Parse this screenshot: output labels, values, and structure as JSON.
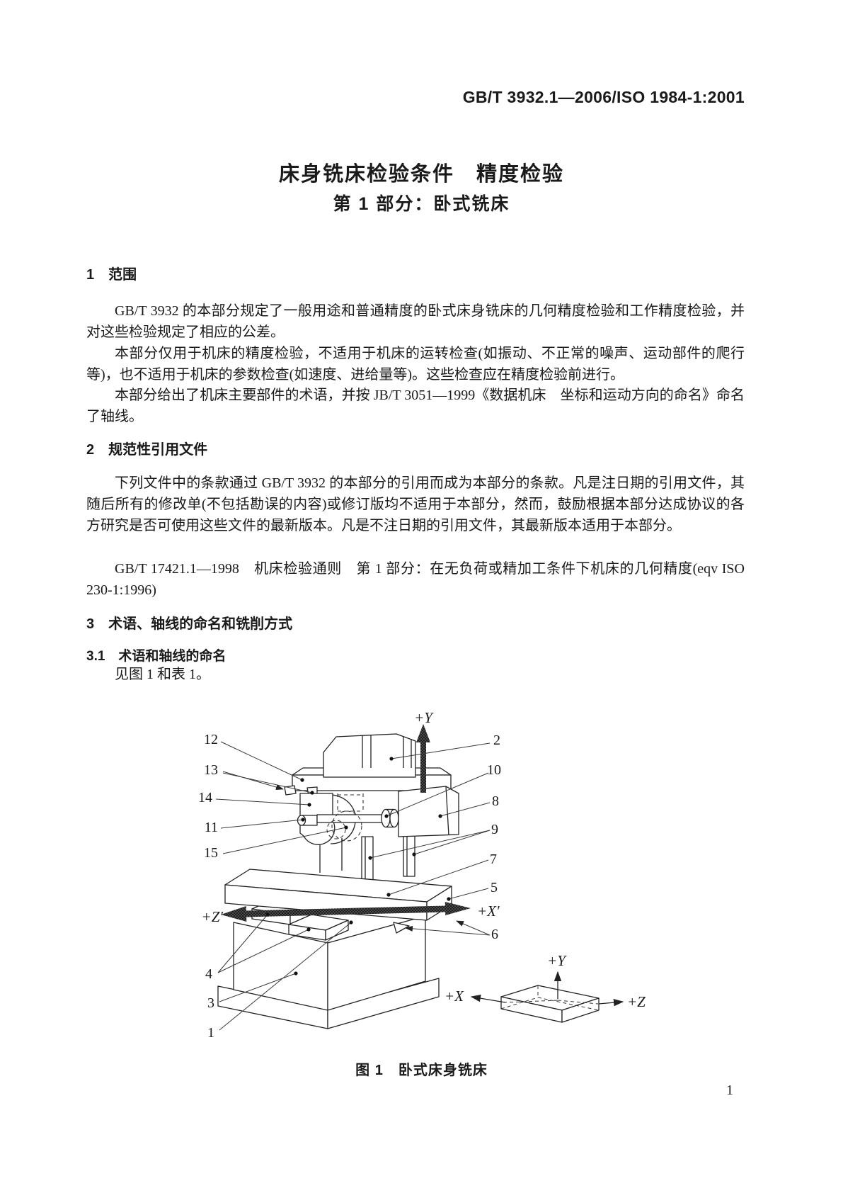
{
  "header": {
    "standard_code": "GB/T 3932.1—2006/ISO 1984-1:2001"
  },
  "title": {
    "line1": "床身铣床检验条件　精度检验",
    "line2": "第 1 部分：卧式铣床"
  },
  "section1": {
    "heading": "1　范围",
    "p1": "GB/T 3932 的本部分规定了一般用途和普通精度的卧式床身铣床的几何精度检验和工作精度检验，并对这些检验规定了相应的公差。",
    "p2": "本部分仅用于机床的精度检验，不适用于机床的运转检查(如振动、不正常的噪声、运动部件的爬行等)，也不适用于机床的参数检查(如速度、进给量等)。这些检查应在精度检验前进行。",
    "p3": "本部分给出了机床主要部件的术语，并按 JB/T 3051—1999《数据机床　坐标和运动方向的命名》命名了轴线。"
  },
  "section2": {
    "heading": "2　规范性引用文件",
    "p1": "下列文件中的条款通过 GB/T 3932 的本部分的引用而成为本部分的条款。凡是注日期的引用文件，其随后所有的修改单(不包括勘误的内容)或修订版均不适用于本部分，然而，鼓励根据本部分达成协议的各方研究是否可使用这些文件的最新版本。凡是不注日期的引用文件，其最新版本适用于本部分。",
    "p2": "GB/T 17421.1—1998　机床检验通则　第 1 部分：在无负荷或精加工条件下机床的几何精度(eqv ISO 230-1:1996)"
  },
  "section3": {
    "heading": "3　术语、轴线的命名和铣削方式",
    "sub_heading": "3.1　术语和轴线的命名",
    "p1": "见图 1 和表 1。"
  },
  "figure": {
    "caption": "图 1　卧式床身铣床",
    "axis": {
      "y_main": "+Y",
      "z_prime": "+Z′",
      "x_prime": "+X′",
      "y_mini": "+Y",
      "x_mini": "+X",
      "z_mini": "+Z"
    },
    "callouts": {
      "n1": "1",
      "n2": "2",
      "n3": "3",
      "n4": "4",
      "n5": "5",
      "n6": "6",
      "n7": "7",
      "n8": "8",
      "n9": "9",
      "n10": "10",
      "n11": "11",
      "n12": "12",
      "n13": "13",
      "n14": "14",
      "n15": "15"
    }
  },
  "footer": {
    "page_number": "1"
  }
}
